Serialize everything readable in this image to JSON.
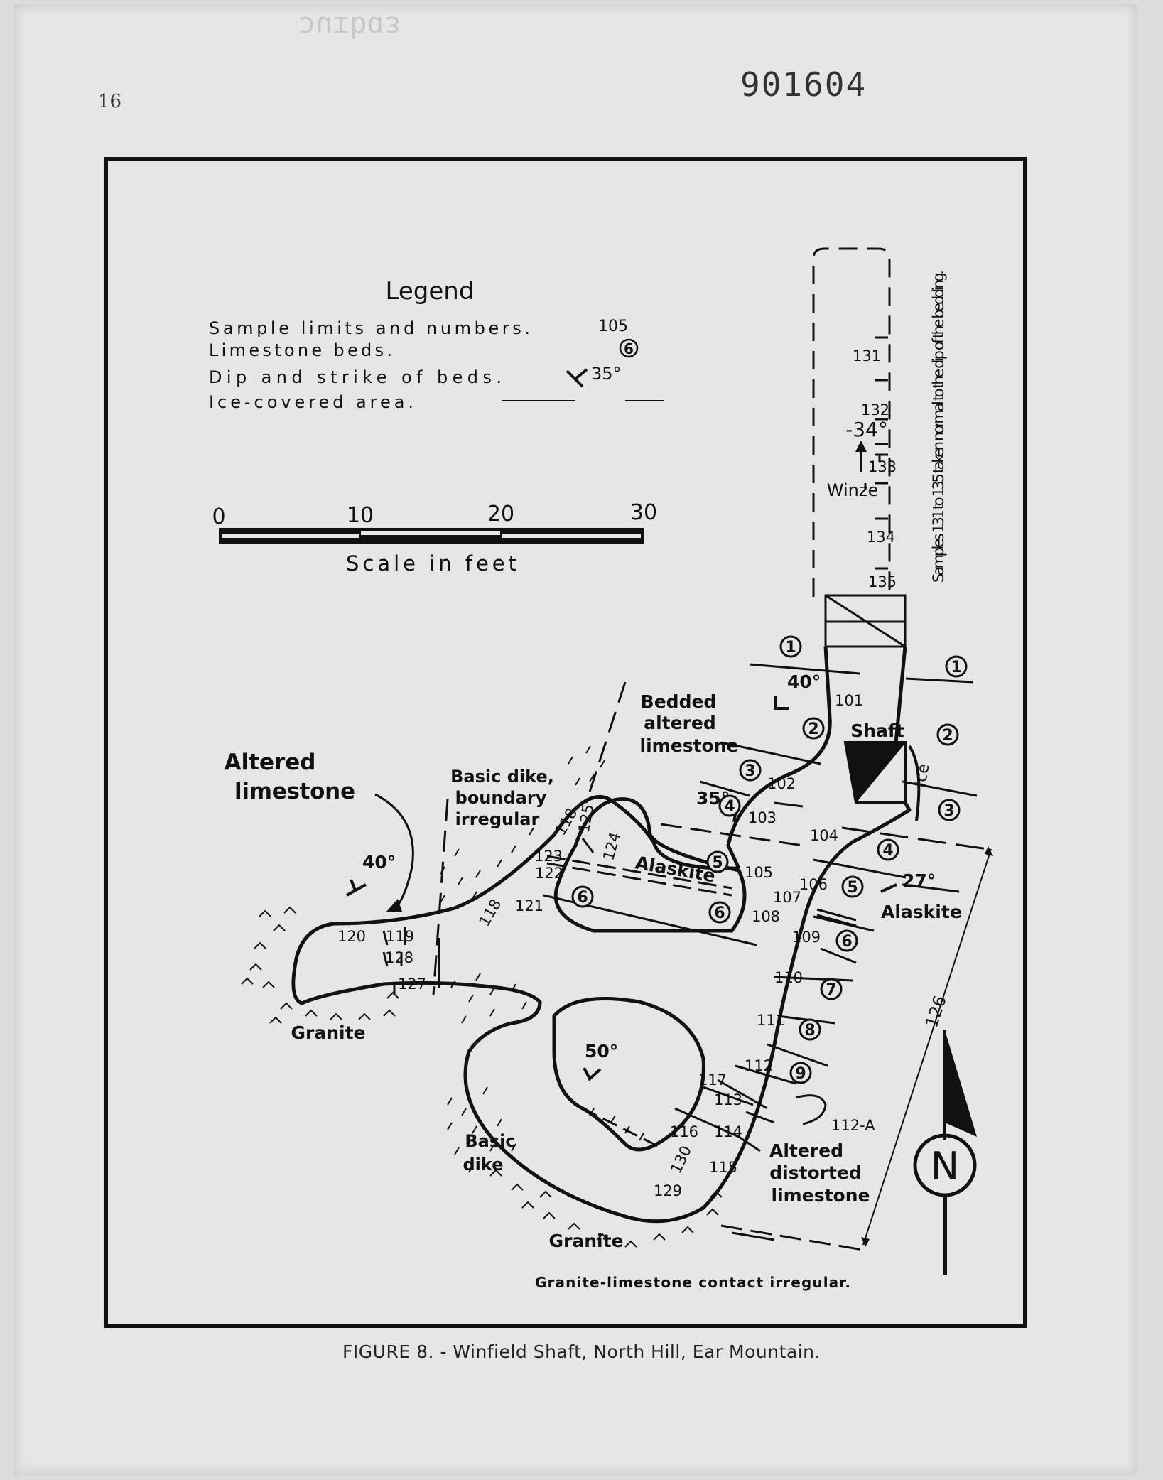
{
  "page": {
    "page_number": "16",
    "document_number": "901604"
  },
  "legend": {
    "title": "Legend",
    "items": [
      {
        "label": "Sample limits and numbers.",
        "symbol_text": "105"
      },
      {
        "label": "Limestone beds.",
        "symbol_text": "6"
      },
      {
        "label": "Dip and strike of beds.",
        "symbol_text": "35°"
      },
      {
        "label": "Ice-covered area.",
        "symbol_text": ""
      }
    ]
  },
  "scale": {
    "ticks": [
      "0",
      "10",
      "20",
      "30"
    ],
    "label": "Scale in feet"
  },
  "side_note": "Samples 131 to 135 taken normal to the dip of the bedding.",
  "labels": {
    "altered_limestone": [
      "Altered",
      "limestone"
    ],
    "basic_dike_boundary": [
      "Basic dike,",
      "boundary",
      "irregular"
    ],
    "bedded_altered": [
      "Bedded",
      "altered",
      "limestone"
    ],
    "shaft": "Shaft",
    "ice": "Ice",
    "winze": "Winze",
    "winze_dip": "-34°",
    "alaskite_1": "Alaskite",
    "alaskite_2": "Alaskite",
    "granite_1": "Granite",
    "granite_2": "Granite",
    "basic_dike": [
      "Basic",
      "dike"
    ],
    "altered_distorted": [
      "Altered",
      "distorted",
      "limestone"
    ],
    "contact_note": "Granite-limestone contact irregular.",
    "north": "N",
    "sample_126": "126",
    "sample_112a": "112-A"
  },
  "dips": [
    "40°",
    "35°",
    "27°",
    "40°",
    "50°"
  ],
  "samples": [
    "101",
    "102",
    "103",
    "104",
    "105",
    "106",
    "107",
    "108",
    "109",
    "110",
    "111",
    "112",
    "113",
    "114",
    "115",
    "116",
    "117",
    "118",
    "118",
    "119",
    "120",
    "121",
    "122",
    "123",
    "124",
    "125",
    "127",
    "128",
    "129",
    "130",
    "131",
    "132",
    "133",
    "134",
    "135"
  ],
  "beds": [
    "1",
    "1",
    "2",
    "2",
    "3",
    "3",
    "3",
    "4",
    "4",
    "5",
    "5",
    "5",
    "6",
    "6",
    "6",
    "6",
    "7",
    "8",
    "9"
  ],
  "caption": "FIGURE 8. - Winfield Shaft, North Hill, Ear Mountain.",
  "colors": {
    "ink": "#111111",
    "paper": "#e6e6e4"
  }
}
